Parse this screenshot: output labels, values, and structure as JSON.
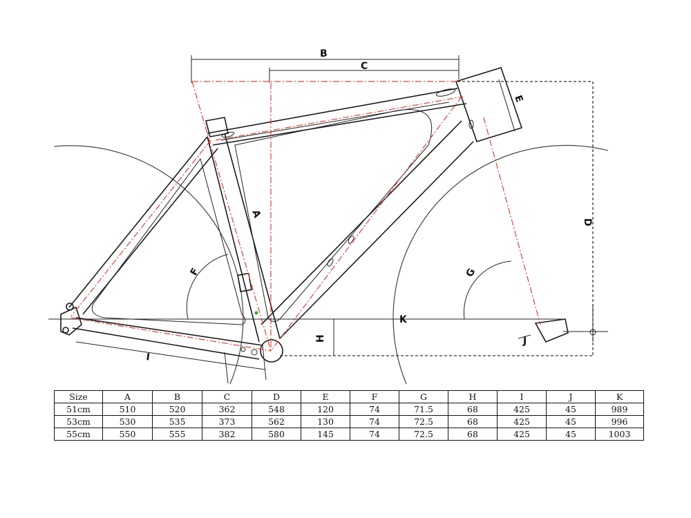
{
  "diagram": {
    "labels": {
      "A": "A",
      "B": "B",
      "C": "C",
      "D": "D",
      "E": "E",
      "F": "F",
      "G": "G",
      "H": "H",
      "I": "I",
      "J": "J",
      "K": "K"
    }
  },
  "table": {
    "headers": [
      "Size",
      "A",
      "B",
      "C",
      "D",
      "E",
      "F",
      "G",
      "H",
      "I",
      "J",
      "K"
    ],
    "rows": [
      [
        "51cm",
        "510",
        "520",
        "362",
        "548",
        "120",
        "74",
        "71.5",
        "68",
        "425",
        "45",
        "989"
      ],
      [
        "53cm",
        "530",
        "535",
        "373",
        "562",
        "130",
        "74",
        "72.5",
        "68",
        "425",
        "45",
        "996"
      ],
      [
        "55cm",
        "550",
        "555",
        "382",
        "580",
        "145",
        "74",
        "72.5",
        "68",
        "425",
        "45",
        "1003"
      ]
    ]
  }
}
